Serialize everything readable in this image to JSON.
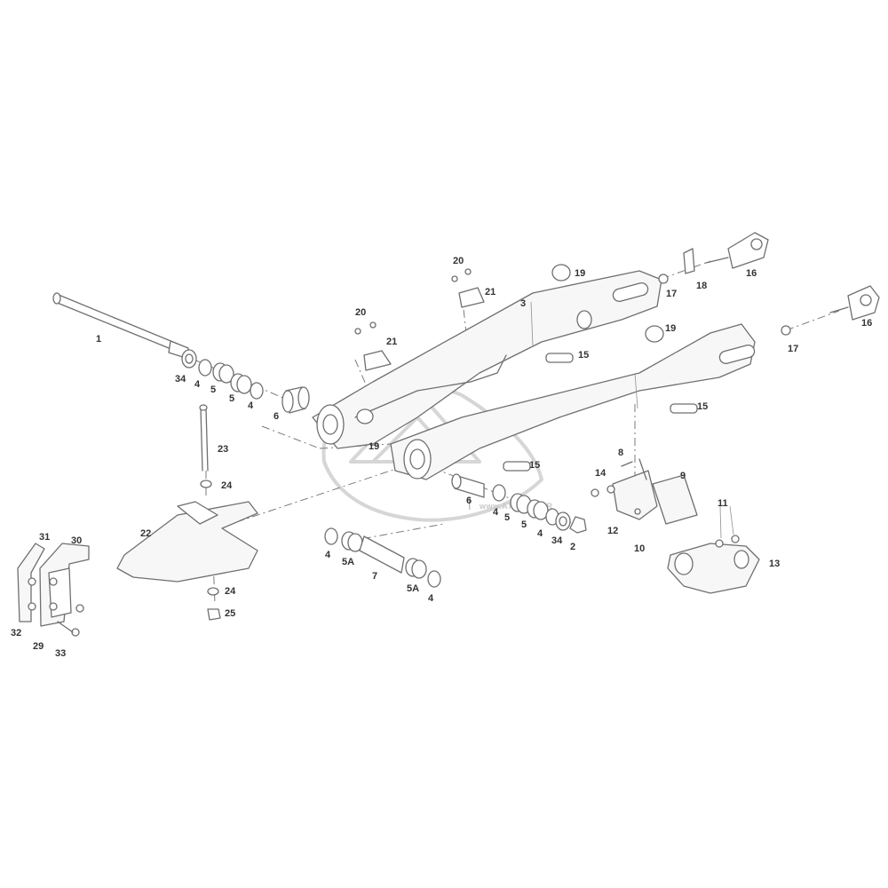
{
  "diagram": {
    "watermark": "www.ATMOTO.FR",
    "callouts": [
      "1",
      "2",
      "3",
      "4",
      "5",
      "5A",
      "6",
      "7",
      "8",
      "9",
      "10",
      "11",
      "12",
      "13",
      "14",
      "15",
      "16",
      "17",
      "18",
      "19",
      "20",
      "21",
      "22",
      "23",
      "24",
      "25",
      "29",
      "30",
      "31",
      "32",
      "33",
      "34"
    ]
  }
}
